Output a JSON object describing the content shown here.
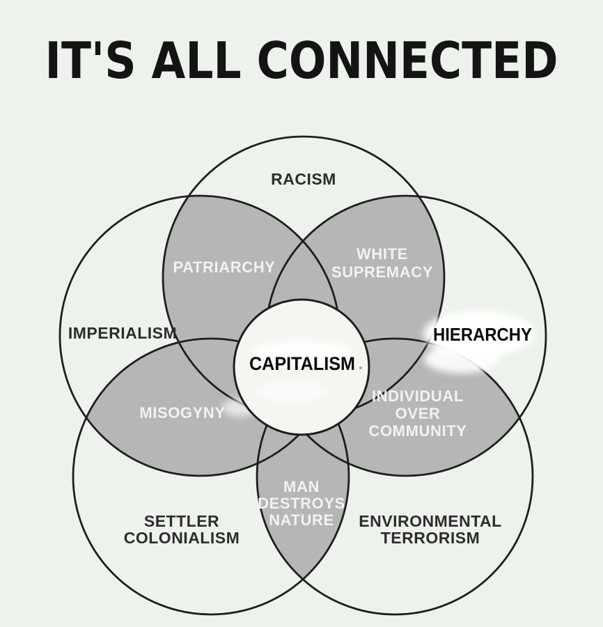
{
  "title": "IT'S ALL CONNECTED",
  "colors": {
    "background": "#edf2ec",
    "petal_fill": "#b6b6b6",
    "circle_stroke": "#1e1e1e",
    "outer_label": "#2d2d2d",
    "petal_label": "#f2f2f2",
    "emphasis_label": "#0a0a0a",
    "title_color": "#141414",
    "center_circle_fill": "#f3f6f1",
    "smudge": "#ffffff"
  },
  "diagram": {
    "center": {
      "label": "CAPITALISM"
    },
    "circles": [
      {
        "label": "RACISM"
      },
      {
        "label": "IMPERIALISM"
      },
      {
        "label": "HIERARCHY"
      },
      {
        "label": "SETTLER COLONIALISM",
        "lines": [
          "SETTLER",
          "COLONIALISM"
        ]
      },
      {
        "label": "ENVIRONMENTAL TERRORISM",
        "lines": [
          "ENVIRONMENTAL",
          "TERRORISM"
        ]
      }
    ],
    "overlaps": [
      {
        "label": "PATRIARCHY",
        "between": [
          "RACISM",
          "IMPERIALISM"
        ]
      },
      {
        "label": "WHITE SUPREMACY",
        "lines": [
          "WHITE",
          "SUPREMACY"
        ],
        "between": [
          "RACISM",
          "HIERARCHY"
        ]
      },
      {
        "label": "MISOGYNY",
        "between": [
          "IMPERIALISM",
          "SETTLER COLONIALISM"
        ]
      },
      {
        "label": "INDIVIDUAL OVER COMMUNITY",
        "lines": [
          "INDIVIDUAL",
          "OVER",
          "COMMUNITY"
        ],
        "between": [
          "HIERARCHY",
          "ENVIRONMENTAL TERRORISM"
        ]
      },
      {
        "label": "MAN DESTROYS NATURE",
        "lines": [
          "MAN",
          "DESTROYS",
          "NATURE"
        ],
        "between": [
          "SETTLER COLONIALISM",
          "ENVIRONMENTAL TERRORISM"
        ]
      }
    ]
  }
}
